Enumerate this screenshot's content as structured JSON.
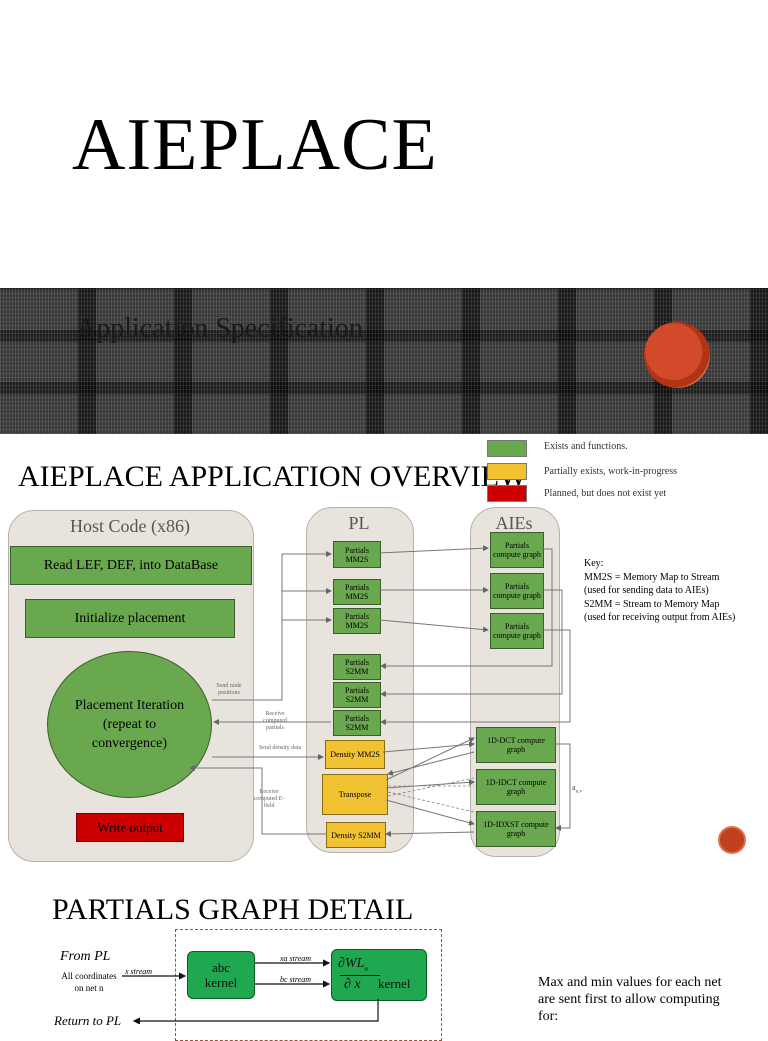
{
  "slide1": {
    "title": "AIEPLACE"
  },
  "slide2": {
    "title": "Application Specification"
  },
  "slide3": {
    "title": "AIEPLACE APPLICATION OVERVIEW",
    "legend": [
      {
        "color": "#6aa84f",
        "label": "Exists and functions."
      },
      {
        "color": "#f1c232",
        "label": "Partially exists, work-in-progress"
      },
      {
        "color": "#cc0000",
        "label": "Planned, but does not exist yet"
      }
    ],
    "host": {
      "title": "Host Code (x86)",
      "read": "Read LEF, DEF, into DataBase",
      "init": "Initialize placement",
      "iteration": "Placement Iteration (repeat to convergence)",
      "write": "Write output"
    },
    "pl": {
      "title": "PL",
      "blocks": [
        "Partials MM2S",
        "Partials MM2S",
        "Partials MM2S",
        "Partials S2MM",
        "Partials S2MM",
        "Partials S2MM",
        "Density MM2S",
        "Transpose",
        "Density S2MM"
      ]
    },
    "aie": {
      "title": "AIEs",
      "blocks": [
        "Partials compute graph",
        "Partials compute graph",
        "Partials compute graph",
        "1D-DCT compute graph",
        "1D-IDCT compute graph",
        "1D-IDXST compute graph"
      ]
    },
    "edge_labels": {
      "send_nodes": "Send node positions",
      "receive_partials": "Receive computed partials",
      "send_density": "Send density data",
      "receive_efield": "Receive computed E-field",
      "auv": "a",
      "auv_sub": "u,v"
    },
    "key": {
      "title": "Key:",
      "lines": [
        "MM2S = Memory Map to Stream",
        "(used for sending data to AIEs)",
        "S2MM = Stream to Memory Map",
        "(used for receiving output from AIEs)"
      ]
    }
  },
  "slide4": {
    "title": "PARTIALS GRAPH DETAIL",
    "from_pl": "From PL",
    "coords_line1": "All coordinates",
    "coords_line2": "on net n",
    "x_stream": "x stream",
    "abc_kernel": "abc kernel",
    "xa_stream": "xa stream",
    "bc_stream": "bc stream",
    "partial_numer": "∂WL",
    "partial_numer_sub": "n",
    "partial_denom": "∂ x",
    "kernel_word": "kernel",
    "return_to_pl": "Return to PL",
    "side_text": "Max and min values for each net are sent first to allow computing for:"
  }
}
